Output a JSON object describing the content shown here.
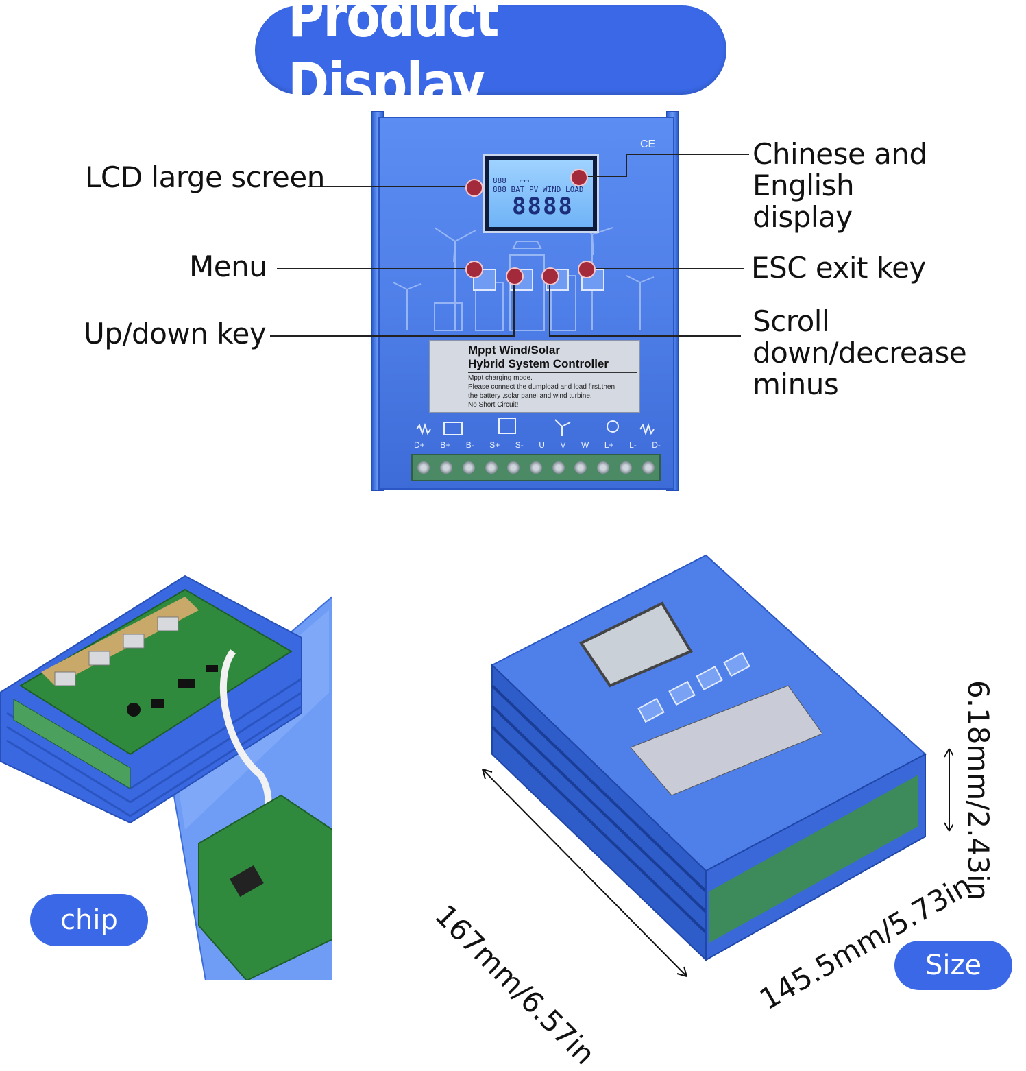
{
  "title": "Product Display",
  "callouts": {
    "lcd": "LCD large screen",
    "menu": "Menu",
    "updown": "Up/down key",
    "chinese_english_line1": "Chinese and English",
    "chinese_english_line2": "display",
    "esc": "ESC exit key",
    "scroll_line1": "Scroll down/decrease",
    "scroll_line2": "minus"
  },
  "front_panel": {
    "ce_mark": "CE",
    "lcd_digits": "8888",
    "label_title_line1": "Mppt Wind/Solar",
    "label_title_line2": "Hybrid System Controller",
    "label_body": [
      "Mppt charging mode.",
      "Please connect the dumpload and load first,then",
      "the battery ,solar panel and wind turbine.",
      "No Short Circuit!"
    ],
    "terminals": [
      "D+",
      "B+",
      "B-",
      "S+",
      "S-",
      "U",
      "V",
      "W",
      "L+",
      "L-",
      "D-"
    ]
  },
  "badges": {
    "chip": "chip",
    "size": "Size"
  },
  "dimensions": {
    "length": "167mm/6.57in",
    "width": "145.5mm/5.73in",
    "height": "6.18mm/2.43in"
  },
  "colors": {
    "accent": "#3a68e6",
    "unit_blue": "#4f7fe8",
    "callout_dot": "#a32a3a",
    "pcb_green": "#2f8a3e"
  }
}
